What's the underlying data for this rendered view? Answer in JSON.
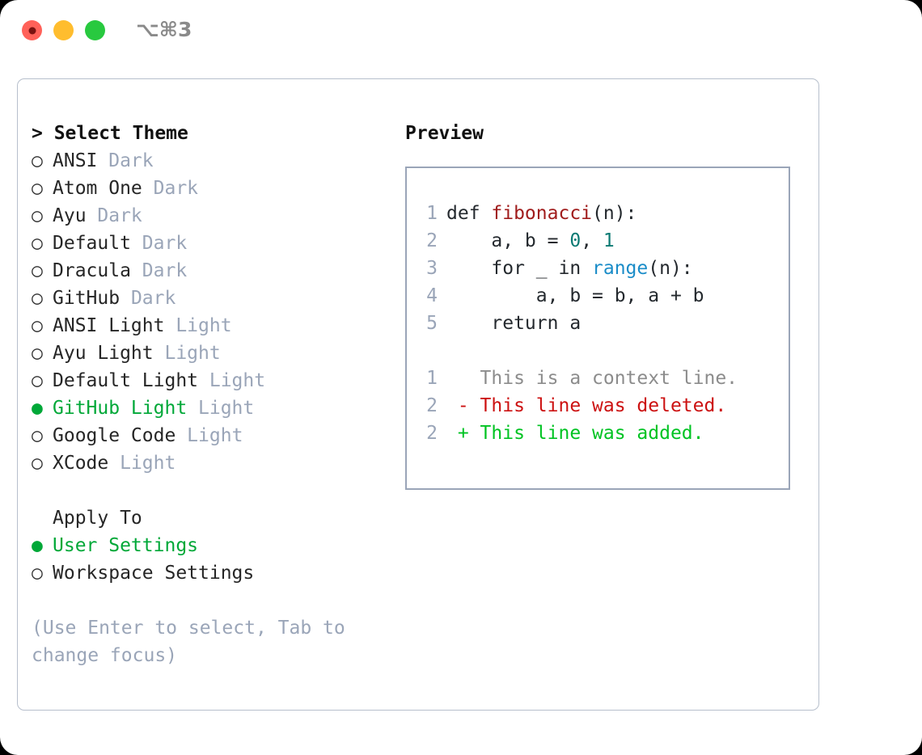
{
  "titlebar": {
    "shortcut": "⌥⌘3",
    "buttons": [
      {
        "name": "close",
        "color": "#ff6159"
      },
      {
        "name": "minimize",
        "color": "#ffbd2e"
      },
      {
        "name": "zoom",
        "color": "#28c93f"
      }
    ]
  },
  "theme_panel": {
    "heading": "> Select Theme",
    "marker_off": "○",
    "marker_on": "●",
    "items": [
      {
        "label": "ANSI",
        "tag": "Dark",
        "selected": false
      },
      {
        "label": "Atom One",
        "tag": "Dark",
        "selected": false
      },
      {
        "label": "Ayu",
        "tag": "Dark",
        "selected": false
      },
      {
        "label": "Default",
        "tag": "Dark",
        "selected": false
      },
      {
        "label": "Dracula",
        "tag": "Dark",
        "selected": false
      },
      {
        "label": "GitHub",
        "tag": "Dark",
        "selected": false
      },
      {
        "label": "ANSI Light",
        "tag": "Light",
        "selected": false
      },
      {
        "label": "Ayu Light",
        "tag": "Light",
        "selected": false
      },
      {
        "label": "Default Light",
        "tag": "Light",
        "selected": false
      },
      {
        "label": "GitHub Light",
        "tag": "Light",
        "selected": true
      },
      {
        "label": "Google Code",
        "tag": "Light",
        "selected": false
      },
      {
        "label": "XCode",
        "tag": "Light",
        "selected": false
      }
    ]
  },
  "apply_to": {
    "heading": "Apply To",
    "items": [
      {
        "label": "User Settings",
        "selected": true
      },
      {
        "label": "Workspace Settings",
        "selected": false
      }
    ]
  },
  "hint": "(Use Enter to select, Tab to change focus)",
  "preview": {
    "heading": "Preview",
    "code_lines": [
      {
        "num": "1",
        "tokens": [
          {
            "t": "def ",
            "c": "kw"
          },
          {
            "t": "fibonacci",
            "c": "fn"
          },
          {
            "t": "(n):",
            "c": "plain"
          }
        ]
      },
      {
        "num": "2",
        "tokens": [
          {
            "t": "    a, b = ",
            "c": "plain"
          },
          {
            "t": "0",
            "c": "num"
          },
          {
            "t": ", ",
            "c": "plain"
          },
          {
            "t": "1",
            "c": "num"
          }
        ]
      },
      {
        "num": "3",
        "tokens": [
          {
            "t": "    for _ in ",
            "c": "kw"
          },
          {
            "t": "range",
            "c": "call"
          },
          {
            "t": "(n):",
            "c": "plain"
          }
        ]
      },
      {
        "num": "4",
        "tokens": [
          {
            "t": "        a, b = b, a + b",
            "c": "plain"
          }
        ]
      },
      {
        "num": "5",
        "tokens": [
          {
            "t": "    return a",
            "c": "kw"
          }
        ]
      }
    ],
    "diff_lines": [
      {
        "num": "1",
        "text": "   This is a context line.",
        "kind": "ctx"
      },
      {
        "num": "2",
        "text": " - This line was deleted.",
        "kind": "del"
      },
      {
        "num": "2",
        "text": " + This line was added.",
        "kind": "add"
      }
    ]
  },
  "colors": {
    "accent_green": "#00a838",
    "muted": "#9aa5b8",
    "border": "#b7bfcc",
    "diff_add": "#00c322",
    "diff_del": "#cc1111",
    "syntax_function": "#a01c1c",
    "syntax_number": "#0c7a73",
    "syntax_call": "#1a8cc8"
  }
}
